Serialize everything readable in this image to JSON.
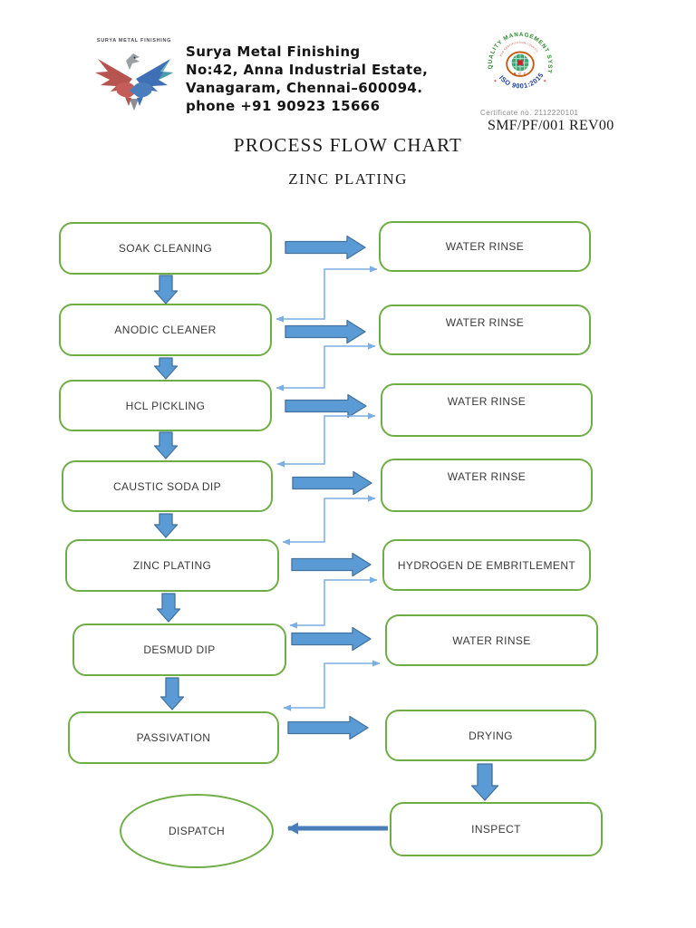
{
  "header": {
    "logo": {
      "caption": "SURYA METAL FINISHING"
    },
    "company": {
      "name": "Surya Metal Finishing",
      "address_line1": "No:42, Anna Industrial Estate,",
      "address_line2": "Vanagaram, Chennai–600094.",
      "phone_line": "phone  +91 90923 15666"
    },
    "badge": {
      "top_text": "QUALITY MANAGEMENT SYSTEMS",
      "inner_text": "RCC CERTIFICATION COUNCIL",
      "center_text": "R C C",
      "bottom_text": "ISO 9001:2015",
      "certificate_line": "Certificate no. 2112220101",
      "doc_code": "SMF/PF/001 REV00"
    }
  },
  "title": "PROCESS FLOW CHART",
  "subtitle": "ZINC PLATING",
  "flow": {
    "left_nodes": [
      {
        "label": "SOAK CLEANING"
      },
      {
        "label": "ANODIC CLEANER"
      },
      {
        "label": "HCL PICKLING"
      },
      {
        "label": "CAUSTIC SODA DIP"
      },
      {
        "label": "ZINC PLATING"
      },
      {
        "label": "DESMUD DIP"
      },
      {
        "label": "PASSIVATION"
      }
    ],
    "right_nodes": [
      {
        "label": "WATER RINSE"
      },
      {
        "label": "WATER RINSE"
      },
      {
        "label": "WATER RINSE"
      },
      {
        "label": "WATER RINSE"
      },
      {
        "label": "HYDROGEN DE EMBRITLEMENT"
      },
      {
        "label": "WATER RINSE"
      },
      {
        "label": "DRYING"
      },
      {
        "label": "INSPECT"
      }
    ],
    "terminal": {
      "label": "DISPATCH"
    },
    "edges": [
      {
        "from": "SOAK CLEANING",
        "to": "WATER RINSE (1)",
        "style": "block-arrow"
      },
      {
        "from": "SOAK CLEANING",
        "to": "ANODIC CLEANER",
        "style": "block-arrow-down"
      },
      {
        "from": "WATER RINSE (1)",
        "to": "ANODIC CLEANER",
        "style": "thin-connector",
        "bidirectional": true
      },
      {
        "from": "ANODIC CLEANER",
        "to": "WATER RINSE (2)",
        "style": "block-arrow"
      },
      {
        "from": "ANODIC CLEANER",
        "to": "HCL PICKLING",
        "style": "block-arrow-down"
      },
      {
        "from": "WATER RINSE (2)",
        "to": "HCL PICKLING",
        "style": "thin-connector",
        "bidirectional": true
      },
      {
        "from": "HCL PICKLING",
        "to": "WATER RINSE (3)",
        "style": "block-arrow"
      },
      {
        "from": "HCL PICKLING",
        "to": "CAUSTIC SODA DIP",
        "style": "block-arrow-down"
      },
      {
        "from": "WATER RINSE (3)",
        "to": "CAUSTIC SODA DIP",
        "style": "thin-connector",
        "bidirectional": true
      },
      {
        "from": "CAUSTIC SODA DIP",
        "to": "WATER RINSE (4)",
        "style": "block-arrow"
      },
      {
        "from": "CAUSTIC SODA DIP",
        "to": "ZINC PLATING",
        "style": "block-arrow-down"
      },
      {
        "from": "WATER RINSE (4)",
        "to": "ZINC PLATING",
        "style": "thin-connector",
        "bidirectional": true
      },
      {
        "from": "ZINC PLATING",
        "to": "HYDROGEN DE EMBRITLEMENT",
        "style": "block-arrow"
      },
      {
        "from": "ZINC PLATING",
        "to": "DESMUD DIP",
        "style": "block-arrow-down"
      },
      {
        "from": "HYDROGEN DE EMBRITLEMENT",
        "to": "DESMUD DIP",
        "style": "thin-connector",
        "bidirectional": true
      },
      {
        "from": "DESMUD DIP",
        "to": "WATER RINSE (5)",
        "style": "block-arrow"
      },
      {
        "from": "DESMUD DIP",
        "to": "PASSIVATION",
        "style": "block-arrow-down"
      },
      {
        "from": "WATER RINSE (5)",
        "to": "PASSIVATION",
        "style": "thin-connector",
        "bidirectional": true
      },
      {
        "from": "PASSIVATION",
        "to": "DRYING",
        "style": "block-arrow"
      },
      {
        "from": "DRYING",
        "to": "INSPECT",
        "style": "block-arrow-down"
      },
      {
        "from": "INSPECT",
        "to": "DISPATCH",
        "style": "line-arrow"
      }
    ]
  },
  "colors": {
    "node_border": "#6FAE47",
    "arrow_fill": "#5B9BD5",
    "arrow_border": "#41719C",
    "connector": "#7CAEE4",
    "dispatch_arrow": "#4A7EBB"
  }
}
